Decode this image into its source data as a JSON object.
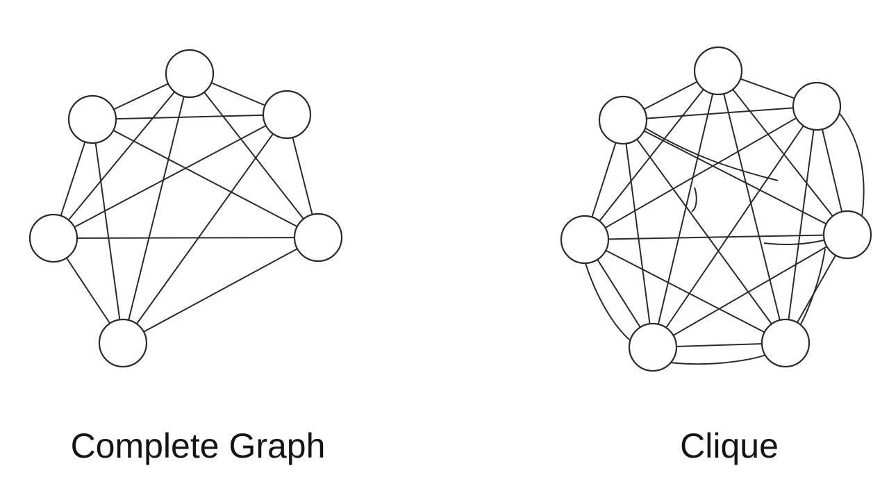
{
  "graphs": [
    {
      "id": "complete-graph",
      "caption": "Complete Graph",
      "node_count": 6,
      "edges": "all-pairs"
    },
    {
      "id": "clique",
      "caption": "Clique",
      "node_count": 7,
      "edges": "all-pairs"
    }
  ],
  "colors": {
    "stroke": "#2a2a2a",
    "node_fill": "#ffffff",
    "text": "#141414"
  }
}
